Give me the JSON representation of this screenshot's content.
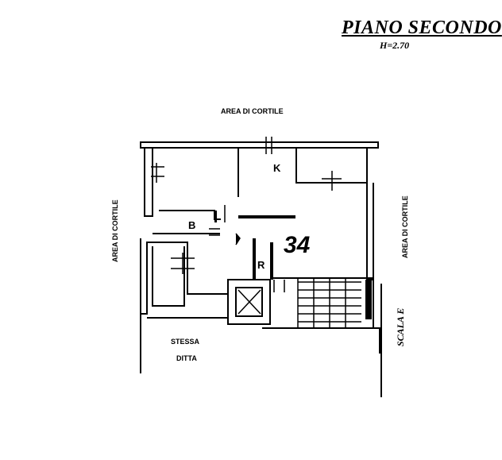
{
  "header": {
    "floor_title": "PIANO SECONDO",
    "floor_height": "H=2.70"
  },
  "surroundings": {
    "top_label": "AREA DI CORTILE",
    "left_label": "AREA DI CORTILE",
    "right_label": "AREA DI CORTILE",
    "bottom_label_line1": "STESSA",
    "bottom_label_line2": "DITTA"
  },
  "rooms": {
    "kitchen": "K",
    "bath": "B",
    "storage": "R"
  },
  "unit_number": "34",
  "stair_label": "SCALA E",
  "colors": {
    "ink": "#000000",
    "paper": "#ffffff"
  }
}
